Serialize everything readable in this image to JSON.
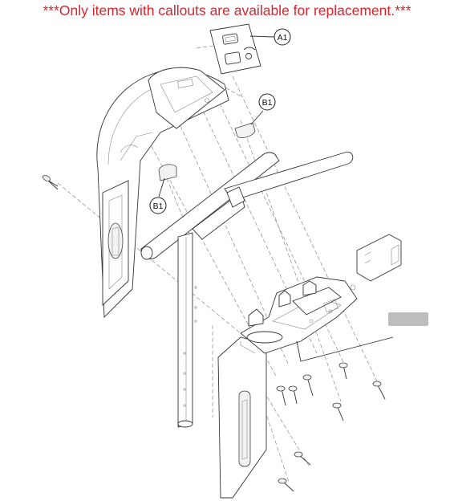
{
  "notice": "***Only items with callouts are available for replacement.***",
  "callouts": [
    {
      "id": "callout-a1",
      "label": "A1"
    },
    {
      "id": "callout-b1-top",
      "label": "B1"
    },
    {
      "id": "callout-b1-left",
      "label": "B1"
    }
  ],
  "colors": {
    "notice_text": "#d8252c",
    "line": "#333333",
    "label_box": "#bdbdbd"
  }
}
